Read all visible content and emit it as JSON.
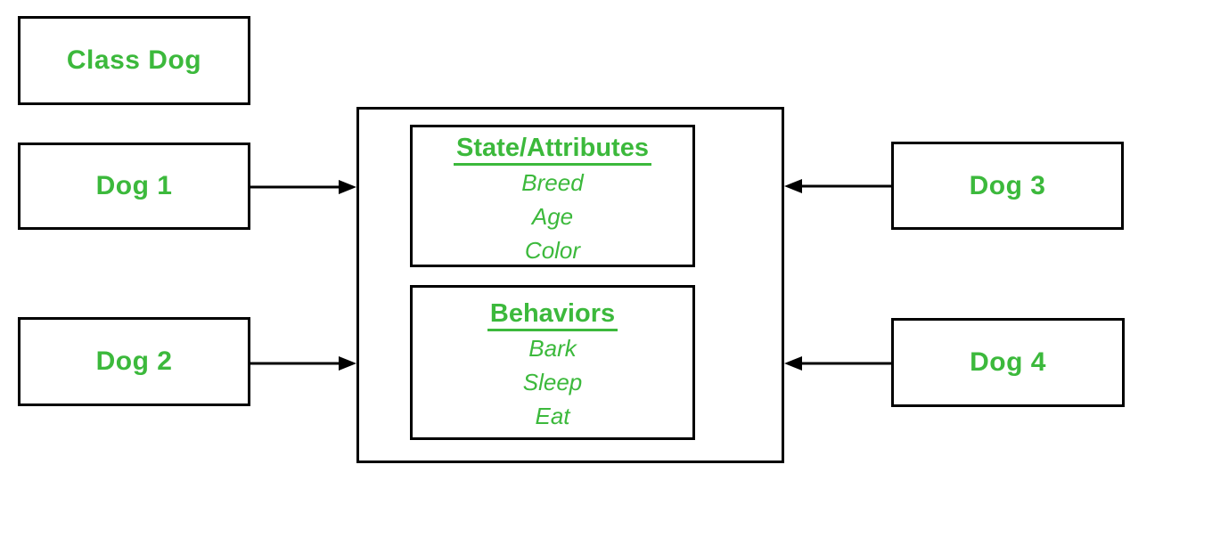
{
  "colors": {
    "accent_green": "#3CB93C",
    "line_black": "#000000",
    "background": "#FFFFFF"
  },
  "diagram": {
    "class_box": {
      "label": "Class Dog"
    },
    "instances": [
      {
        "label": "Dog 1"
      },
      {
        "label": "Dog 2"
      },
      {
        "label": "Dog 3"
      },
      {
        "label": "Dog 4"
      }
    ],
    "class_members": {
      "state": {
        "title": "State/Attributes",
        "items": [
          "Breed",
          "Age",
          "Color"
        ]
      },
      "behaviors": {
        "title": "Behaviors",
        "items": [
          "Bark",
          "Sleep",
          "Eat"
        ]
      }
    }
  }
}
